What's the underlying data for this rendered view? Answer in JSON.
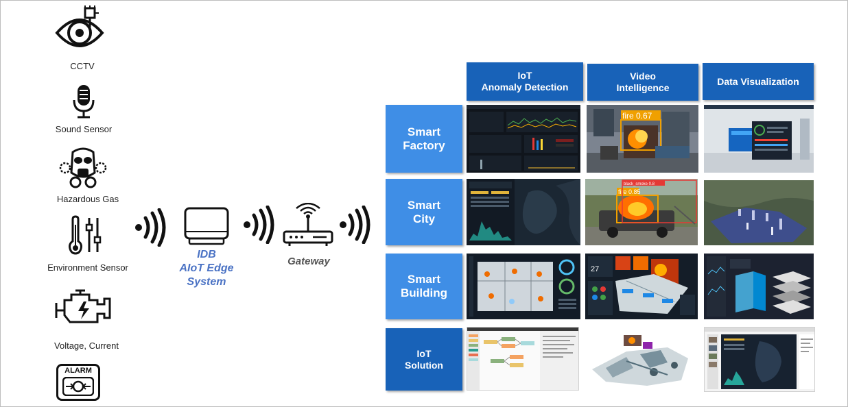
{
  "sensors": [
    {
      "label": "CCTV",
      "icon": "eye-camera-icon"
    },
    {
      "label": "Sound Sensor",
      "icon": "microphone-icon"
    },
    {
      "label": "Hazardous Gas",
      "icon": "gas-mask-icon"
    },
    {
      "label": "Environment Sensor",
      "icon": "thermometer-icon"
    },
    {
      "label": "Voltage, Current",
      "icon": "engine-icon"
    },
    {
      "label": "",
      "icon": "alarm-icon",
      "badge": "ALARM"
    }
  ],
  "edge_device": {
    "label_line1": "IDB",
    "label_line2": "AIoT Edge",
    "label_line3": "System",
    "icon": "edge-box-icon"
  },
  "gateway": {
    "label": "Gateway",
    "icon": "router-icon"
  },
  "columns": [
    {
      "line1": "IoT",
      "line2": "Anomaly Detection"
    },
    {
      "line1": "Video",
      "line2": "Intelligence"
    },
    {
      "line1": "Data Visualization",
      "line2": ""
    }
  ],
  "rows": [
    {
      "line1": "Smart",
      "line2": "Factory"
    },
    {
      "line1": "Smart",
      "line2": "City"
    },
    {
      "line1": "Smart",
      "line2": "Building"
    },
    {
      "line1": "IoT",
      "line2": "Solution"
    }
  ],
  "detections": {
    "factory_fire": "fire  0.67",
    "city_fire": "fire 0.85",
    "city_smoke": "black_smoke 0.8"
  },
  "colors": {
    "header_dark": "#1862b8",
    "header_light": "#3f8ee6",
    "edge_label": "#4a72c4",
    "fire_box": "#f0a000"
  }
}
